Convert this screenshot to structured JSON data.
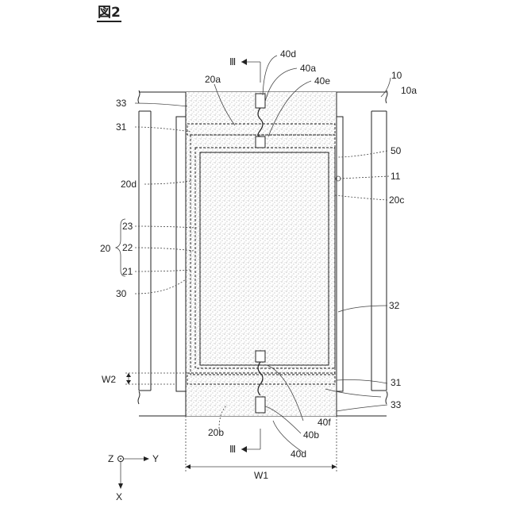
{
  "figure": {
    "title": "図2"
  },
  "section_marks": {
    "top": "Ⅲ",
    "bottom": "Ⅲ"
  },
  "labels": {
    "l40d_top": "40d",
    "l40a": "40a",
    "l40e": "40e",
    "l20a": "20a",
    "l10": "10",
    "l10a": "10a",
    "l33_left": "33",
    "l31_left": "31",
    "l50": "50",
    "l11": "11",
    "l20d": "20d",
    "l20c": "20c",
    "l23": "23",
    "l20": "20",
    "l22": "22",
    "l21": "21",
    "l30": "30",
    "l32": "32",
    "lW2": "W2",
    "l31_right": "31",
    "l40f": "40f",
    "l33_right": "33",
    "l20b": "20b",
    "l40b": "40b",
    "l40d_bottom": "40d",
    "lW1": "W1"
  },
  "axes": {
    "z": "Z",
    "y": "Y",
    "x": "X"
  },
  "colors": {
    "ink": "#222222",
    "stipple": "#e6e6e6"
  }
}
